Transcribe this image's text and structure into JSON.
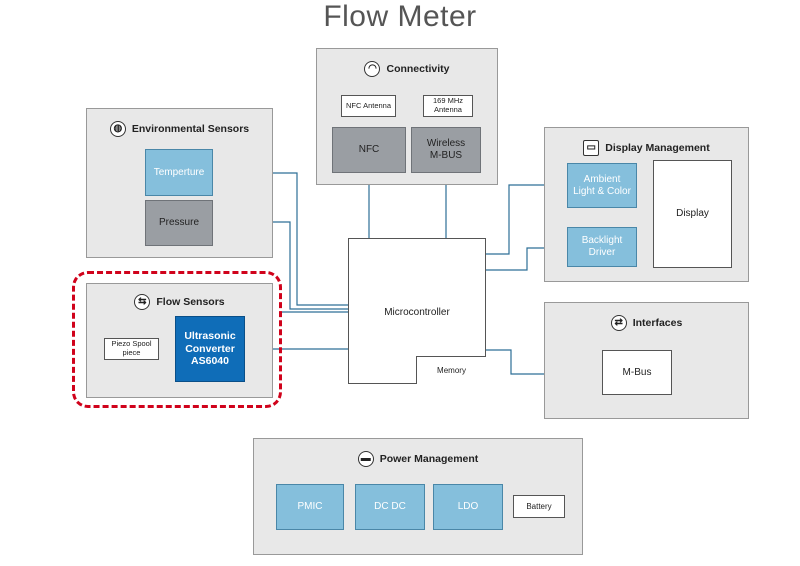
{
  "title": "Flow Meter",
  "connectivity": {
    "label": "Connectivity",
    "icon": "wifi-icon",
    "nfc_antenna": "NFC Antenna",
    "mhz_antenna": "169 MHz Antenna",
    "nfc": "NFC",
    "wireless": "Wireless M-BUS"
  },
  "environmental": {
    "label": "Environmental Sensors",
    "icon": "globe-icon",
    "temperature": "Temperture",
    "pressure": "Pressure"
  },
  "flow": {
    "label": "Flow Sensors",
    "icon": "flow-icon",
    "piezo": "Piezo Spool piece",
    "ultrasonic": "Ultrasonic Converter AS6040"
  },
  "display": {
    "label": "Display Management",
    "icon": "monitor-icon",
    "ambient": "Ambient Light & Color",
    "backlight": "Backlight Driver",
    "display": "Display"
  },
  "interfaces": {
    "label": "Interfaces",
    "icon": "arrows-icon",
    "mbus": "M-Bus"
  },
  "mcu": {
    "label": "Microcontroller",
    "memory": "Memory"
  },
  "power": {
    "label": "Power Management",
    "icon": "battery-icon",
    "pmic": "PMIC",
    "dcdc": "DC DC",
    "ldo": "LDO",
    "battery": "Battery"
  },
  "colors": {
    "panel": "#e8e8e8",
    "light_blue": "#85bfdc",
    "grey_box": "#9a9ea3",
    "dark_blue": "#0f6db8",
    "wire": "#2d6f96",
    "highlight": "#d0021b"
  }
}
